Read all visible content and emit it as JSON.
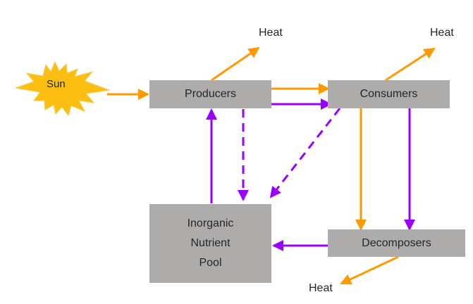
{
  "title": "Ecosystem energy flow and nutrient cycling",
  "colors": {
    "energy_flow": "#ff9900",
    "nutrient_flow": "#9900ff",
    "box_fill": "#aeabab",
    "sun_fill": "#fcbf11",
    "text": "#262626"
  },
  "nodes": {
    "sun": "Sun",
    "producers": "Producers",
    "consumers": "Consumers",
    "decomposers": "Decomposers",
    "pool_line1": "Inorganic",
    "pool_line2": "Nutrient",
    "pool_line3": "Pool"
  },
  "heat_labels": {
    "producers": "Heat",
    "consumers": "Heat",
    "decomposers": "Heat"
  },
  "legend_semantics": {
    "orange_arrows": "energy flow",
    "purple_arrows": "nutrient flow",
    "dashed_purple": "nutrient return (dashed)"
  },
  "edges": [
    {
      "from": "Sun",
      "to": "Producers",
      "type": "energy",
      "style": "solid"
    },
    {
      "from": "Producers",
      "to": "Heat",
      "type": "energy",
      "style": "solid"
    },
    {
      "from": "Producers",
      "to": "Consumers",
      "type": "energy",
      "style": "solid"
    },
    {
      "from": "Producers",
      "to": "Consumers",
      "type": "nutrient",
      "style": "solid"
    },
    {
      "from": "Consumers",
      "to": "Heat",
      "type": "energy",
      "style": "solid"
    },
    {
      "from": "Consumers",
      "to": "Decomposers",
      "type": "energy",
      "style": "solid"
    },
    {
      "from": "Consumers",
      "to": "Decomposers",
      "type": "nutrient",
      "style": "solid"
    },
    {
      "from": "Producers",
      "to": "Inorganic Nutrient Pool",
      "type": "nutrient",
      "style": "dashed"
    },
    {
      "from": "Consumers",
      "to": "Inorganic Nutrient Pool",
      "type": "nutrient",
      "style": "dashed"
    },
    {
      "from": "Inorganic Nutrient Pool",
      "to": "Producers",
      "type": "nutrient",
      "style": "solid"
    },
    {
      "from": "Decomposers",
      "to": "Inorganic Nutrient Pool",
      "type": "nutrient",
      "style": "solid"
    },
    {
      "from": "Decomposers",
      "to": "Heat",
      "type": "energy",
      "style": "solid"
    }
  ]
}
